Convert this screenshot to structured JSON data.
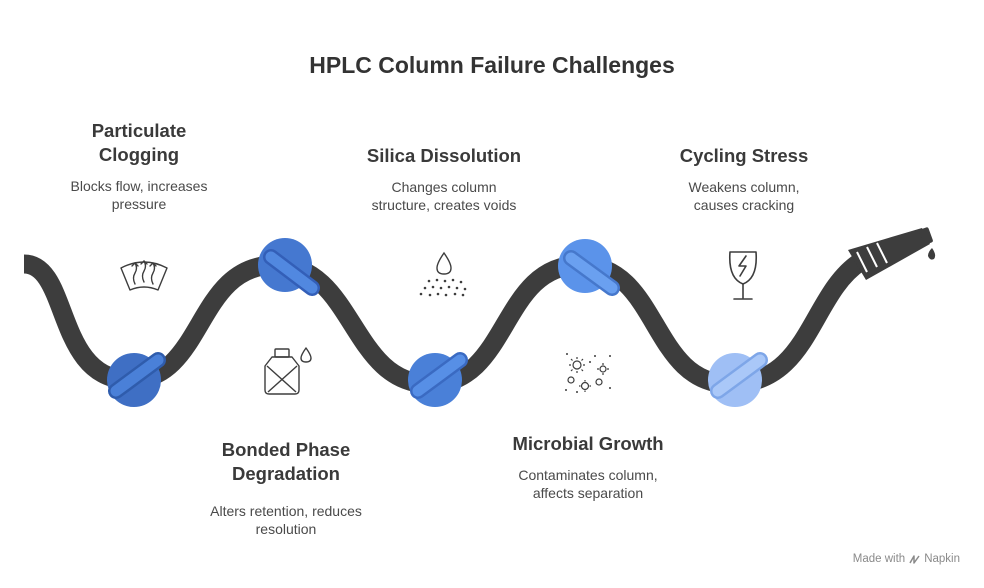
{
  "title": "HPLC Column Failure Challenges",
  "stages": [
    {
      "title": "Particulate Clogging",
      "description": "Blocks flow, increases pressure",
      "icon": "windshield-defrost-icon"
    },
    {
      "title": "Bonded Phase Degradation",
      "description": "Alters retention, reduces resolution",
      "icon": "broken-bottle-icon"
    },
    {
      "title": "Silica Dissolution",
      "description": "Changes column structure, creates voids",
      "icon": "droplet-dissolve-icon"
    },
    {
      "title": "Microbial Growth",
      "description": "Contaminates column, affects separation",
      "icon": "microbes-icon"
    },
    {
      "title": "Cycling Stress",
      "description": "Weakens column, causes cracking",
      "icon": "cracked-glass-icon"
    }
  ],
  "knot_colors": [
    "#3f6fc4",
    "#4a80d8",
    "#4f86e0",
    "#5b93ea",
    "#7ea9ef",
    "#9fbff5"
  ],
  "hose_color": "#3d3d3d",
  "watermark": {
    "prefix": "Made with",
    "brand": "Napkin"
  }
}
